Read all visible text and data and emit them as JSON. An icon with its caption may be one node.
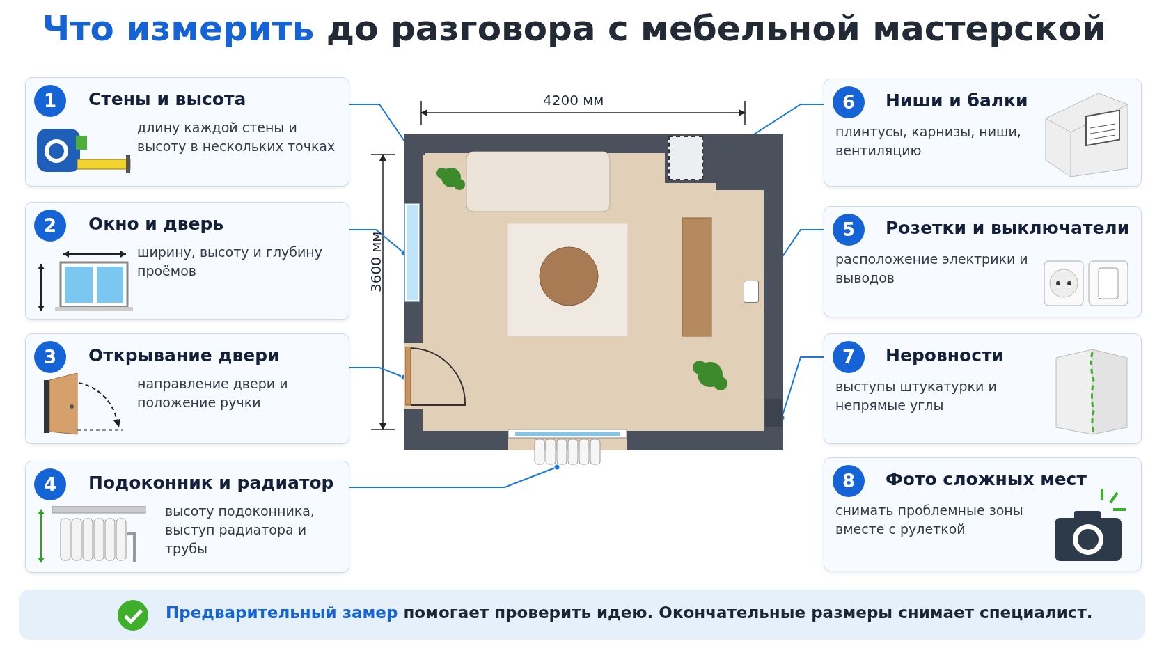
{
  "diagram": {
    "title": "**Что измерить** до разговора с мебельной мастерской",
    "nodes": [
      {
        "text": [
          "1",
          "Стены и высота",
          "длину каждой стены и высоту в нескольких точках"
        ]
      },
      {
        "text": [
          "2",
          "Окно и дверь",
          "ширину, высоту и глубину проёмов"
        ]
      },
      {
        "text": [
          "3",
          "Открывание двери",
          "направление двери и положение ручки"
        ]
      },
      {
        "text": [
          "4",
          "Подоконник и радиатор",
          "высоту подоконника, выступ радиатора и трубы"
        ]
      },
      {
        "text": [],
        "shape": "picture"
      },
      {
        "text": [],
        "shape": "box",
        "in": 4
      },
      {
        "text": [],
        "shape": "box",
        "in": 4
      },
      {
        "text": [],
        "shape": "box",
        "in": 4
      },
      {
        "text": [],
        "shape": "box",
        "in": 4
      },
      {
        "text": [],
        "shape": "picture",
        "in": 4
      },
      {
        "text": [],
        "shape": "box",
        "in": 4
      },
      {
        "text": [],
        "shape": "picture",
        "in": 4
      },
      {
        "text": [
          "6",
          "Ниши и балки",
          "плинтусы, карнизы, ниши, вентиляцию"
        ]
      },
      {
        "text": [
          "5",
          "Розетки и выключатели",
          "расположение электрики и выводов"
        ]
      },
      {
        "text": [
          "7",
          "Неровности",
          "выступы штукатурки и непрямые углы"
        ]
      },
      {
        "text": [
          "8",
          "Фото сложных мест",
          "снимать проблемные зоны вместе с рулеткой"
        ]
      }
    ],
    "edges": [
      {
        "from": 0,
        "to": 5,
        "arrow": "other"
      },
      {
        "from": 1,
        "to": 7,
        "arrow": "other"
      },
      {
        "from": 2,
        "to": 9,
        "arrow": "other"
      },
      {
        "from": 3,
        "to": 11,
        "arrow": "other"
      },
      {
        "from": 12,
        "to": 6,
        "arrow": "other"
      },
      {
        "from": 13,
        "to": 8,
        "arrow": "other"
      },
      {
        "from": 14,
        "to": 10,
        "arrow": "other"
      }
    ],
    "labels": [
      "4200 мм",
      "3600 мм",
      "**Предварительный замер** помогает проверить идею. Окончательные размеры снимает специалист."
    ]
  }
}
